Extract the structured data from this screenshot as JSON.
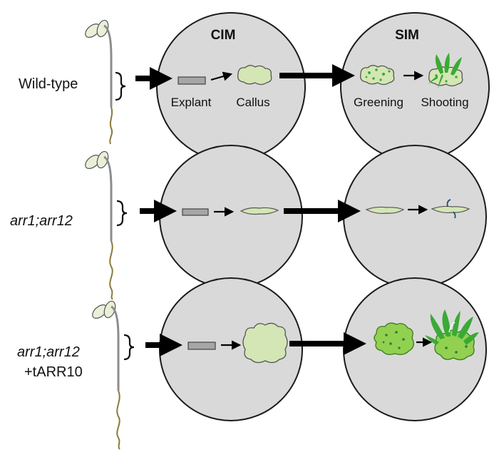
{
  "headers": {
    "cim": "CIM",
    "sim": "SIM"
  },
  "rows": {
    "wild_type": {
      "genotype": "Wild-type",
      "labels": {
        "explant": "Explant",
        "callus": "Callus",
        "greening": "Greening",
        "shooting": "Shooting"
      }
    },
    "arr1_arr12": {
      "genotype": "arr1;arr12"
    },
    "arr1_arr12_tarr10": {
      "genotype_line1": "arr1;arr12",
      "genotype_line2": "+tARR10"
    }
  },
  "colors": {
    "dish_fill": "#d9d9d9",
    "dish_stroke": "#1a1a1a",
    "callus_fill": "#d4e6b5",
    "green_callus_fill": "#92d050",
    "shoot_green": "#3aaa35",
    "explant_fill": "#a6a6a6",
    "stem": "#8c8c8c",
    "root": "#8b7a3a",
    "cotyledon": "#e9f0d8"
  }
}
